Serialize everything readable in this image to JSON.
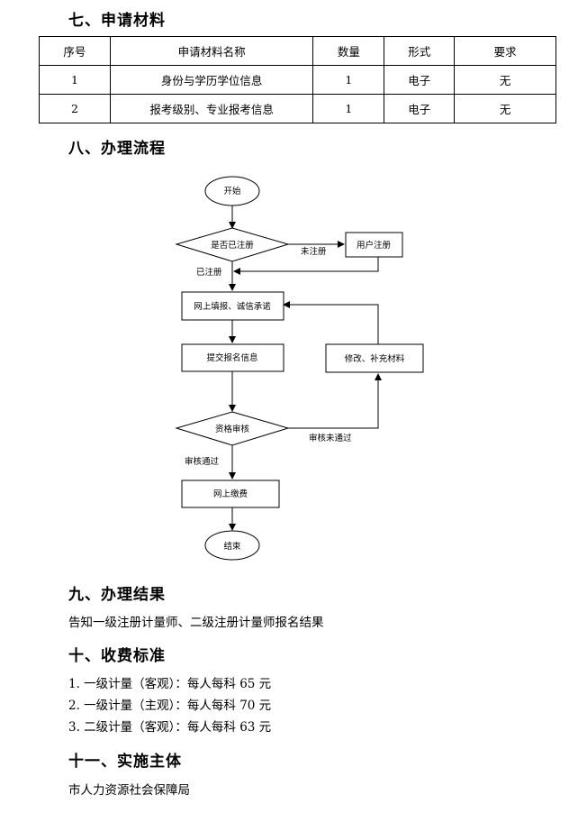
{
  "sections": {
    "materials_heading": "七、申请材料",
    "process_heading": "八、办理流程",
    "result_heading": "九、办理结果",
    "fee_heading": "十、收费标准",
    "body_heading": "十一、实施主体"
  },
  "materials_table": {
    "headers": [
      "序号",
      "申请材料名称",
      "数量",
      "形式",
      "要求"
    ],
    "rows": [
      [
        "1",
        "身份与学历学位信息",
        "1",
        "电子",
        "无"
      ],
      [
        "2",
        "报考级别、专业报考信息",
        "1",
        "电子",
        "无"
      ]
    ]
  },
  "flowchart": {
    "start": "开始",
    "registered_check": "是否已注册",
    "not_registered": "未注册",
    "user_register": "用户注册",
    "registered": "已注册",
    "fill_online": "网上填报、诚信承诺",
    "submit_info": "提交报名信息",
    "modify": "修改、补充材料",
    "qualification_review": "资格审核",
    "review_fail": "审核未通过",
    "review_pass": "审核通过",
    "pay_online": "网上缴费",
    "end": "结束"
  },
  "result_text": "告知一级注册计量师、二级注册计量师报名结果",
  "fees": [
    "1. 一级计量（客观）：每人每科 65 元",
    "2. 一级计量（主观）：每人每科 70 元",
    "3. 二级计量（客观）：每人每科 63 元"
  ],
  "implementing_body": "市人力资源社会保障局"
}
